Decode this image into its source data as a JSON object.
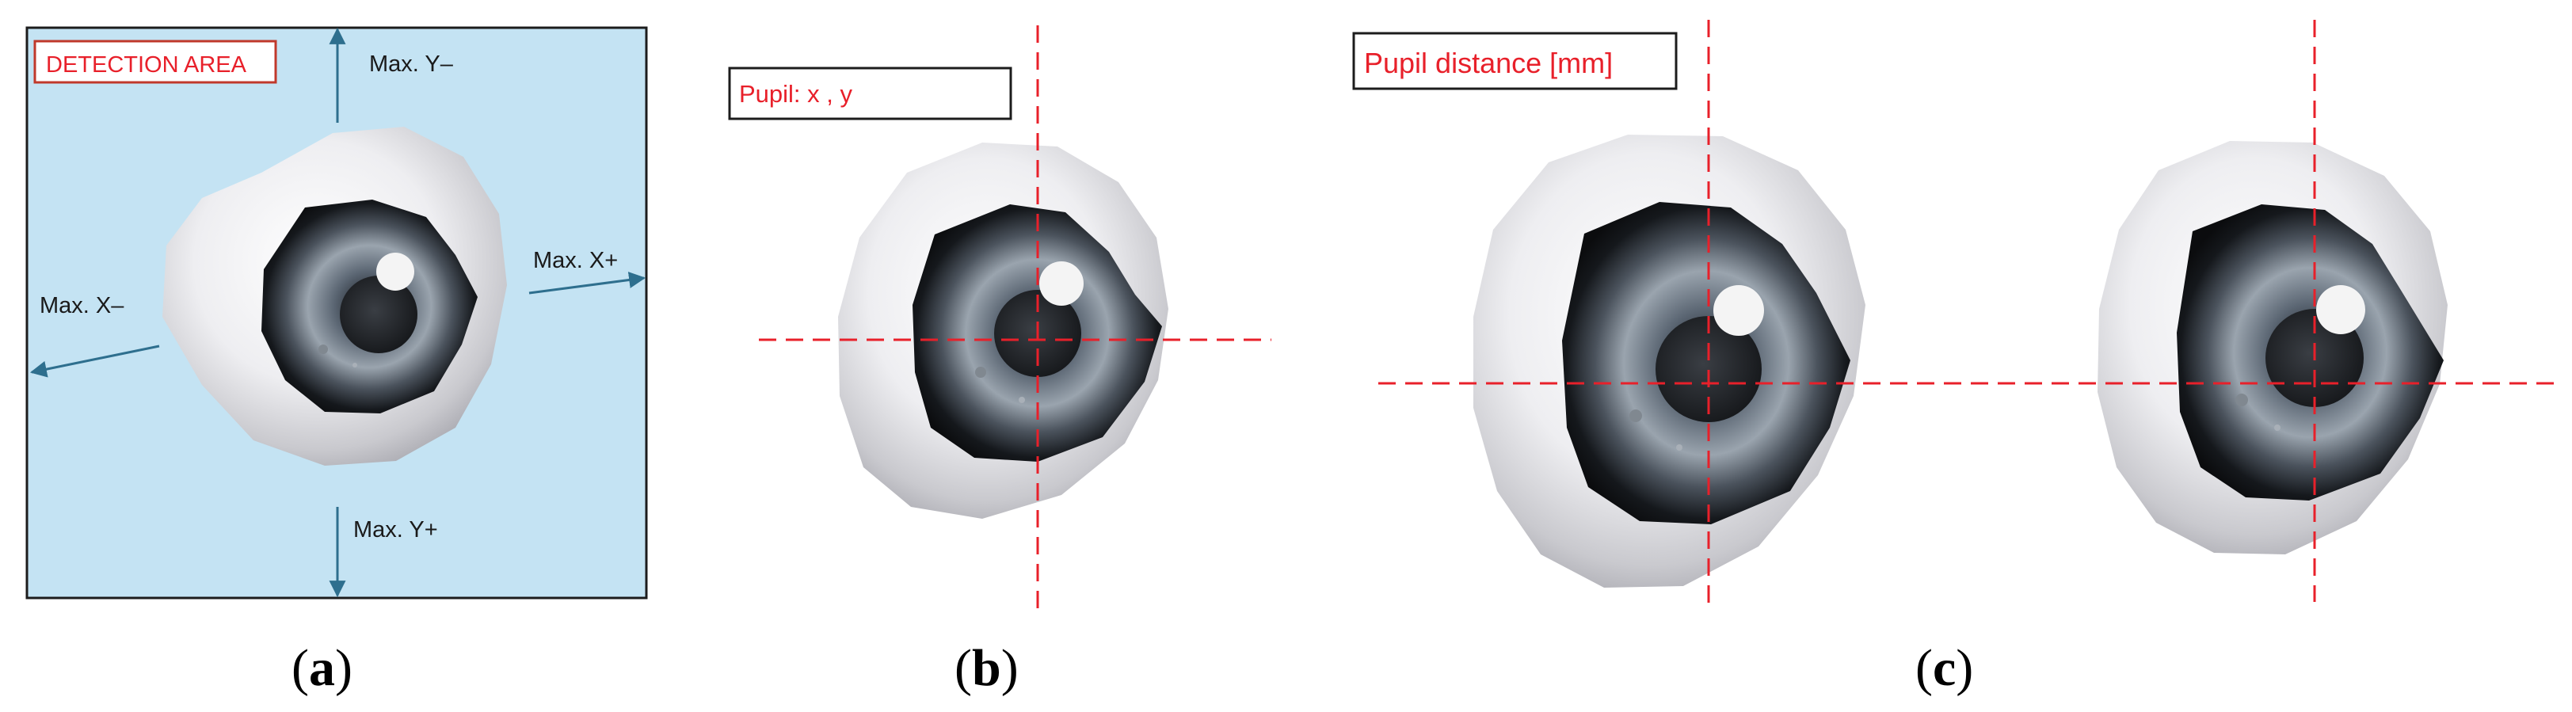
{
  "colors": {
    "detection_area_fill": "#c4e3f3",
    "panel_border": "#1c1c1c",
    "arrow_color": "#2e6f8e",
    "guide_line_color": "#e8202a",
    "label_text_red": "#e8202a",
    "iris_dark": "#1a1d22",
    "sclera_light": "#f2f2f4"
  },
  "panel_a": {
    "label_box": "DETECTION AREA",
    "arrows": {
      "y_minus": "Max. Y–",
      "y_plus": "Max. Y+",
      "x_minus": "Max. X–",
      "x_plus": "Max. X+"
    },
    "caption_open": "(",
    "caption_letter": "a",
    "caption_close": ")"
  },
  "panel_b": {
    "label_box": "Pupil: x , y",
    "caption_open": "(",
    "caption_letter": "b",
    "caption_close": ")"
  },
  "panel_c": {
    "label_box": "Pupil distance [mm]",
    "caption_open": "(",
    "caption_letter": "c",
    "caption_close": ")"
  }
}
